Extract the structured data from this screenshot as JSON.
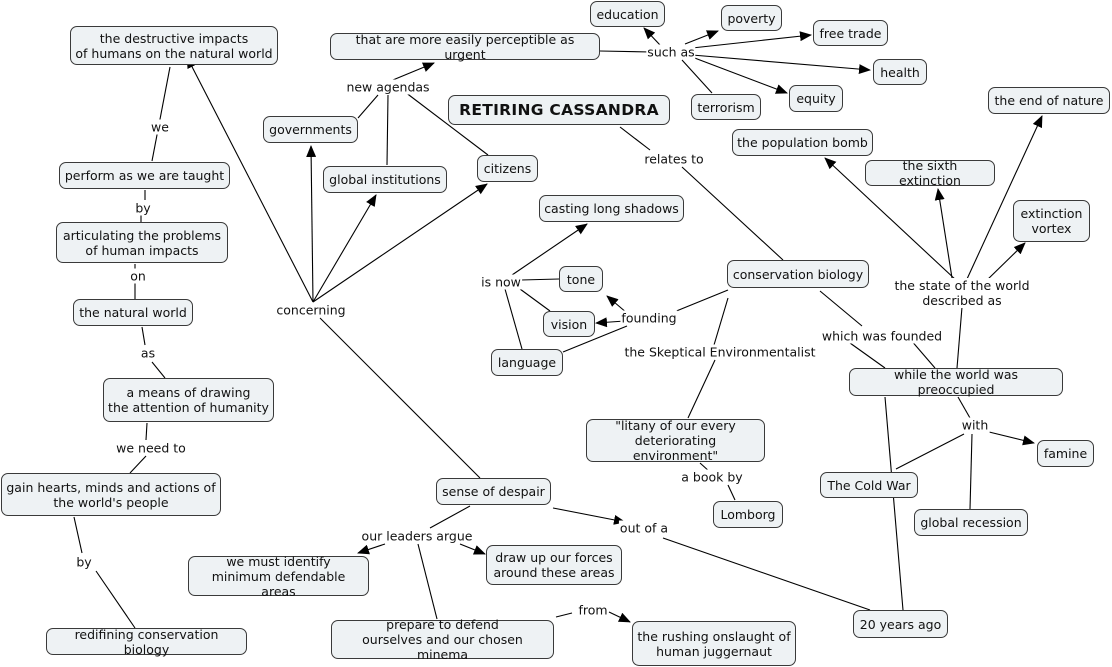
{
  "title": "RETIRING CASSANDRA",
  "concepts": {
    "destructive": "the destructive impacts\nof humans on the natural world",
    "perform": "perform as we are taught",
    "articulating": "articulating the problems\nof human impacts",
    "natural_world": "the natural world",
    "means": "a means of drawing\nthe attention of humanity",
    "gain": "gain hearts, minds and actions of\nthe world's people",
    "redefining": "redifining conservation biology",
    "perceptible": "that are more easily perceptible as urgent",
    "education": "education",
    "poverty": "poverty",
    "free_trade": "free trade",
    "health": "health",
    "equity": "equity",
    "terrorism": "terrorism",
    "governments": "governments",
    "global_institutions": "global institutions",
    "citizens": "citizens",
    "casting": "casting long shadows",
    "tone": "tone",
    "vision": "vision",
    "language": "language",
    "conservation_biology": "conservation biology",
    "litany": "\"litany of our every\ndeteriorating environment\"",
    "lomborg": "Lomborg",
    "end_of_nature": "the end of nature",
    "population_bomb": "the population bomb",
    "sixth_extinction": "the sixth extinction",
    "extinction_vortex": "extinction\nvortex",
    "preoccupied": "while the world was preoccupied",
    "famine": "famine",
    "cold_war": "The Cold War",
    "global_recession": "global recession",
    "twenty_years": "20 years ago",
    "despair": "sense of despair",
    "minimum_areas": "we must identify\nminimum defendable areas",
    "draw_forces": "draw up our forces\naround these areas",
    "prepare": "prepare to defend\nourselves and our chosen minema",
    "onslaught": "the rushing onslaught of\nhuman juggernaut"
  },
  "linking_phrases": {
    "we": "we",
    "by": "by",
    "on": "on",
    "as": "as",
    "we_need_to": "we need to",
    "by2": "by",
    "new_agendas": "new agendas",
    "such_as": "such as",
    "concerning": "concerning",
    "relates_to": "relates to",
    "is_now": "is now",
    "founding": "founding",
    "skeptical": "the Skeptical Environmentalist",
    "book_by": "a book by",
    "state_of_world": "the state of the world\ndescribed as",
    "which_founded": "which was founded",
    "with": "with",
    "out_of_a": "out of a",
    "leaders_argue": "our leaders argue",
    "from": "from"
  }
}
